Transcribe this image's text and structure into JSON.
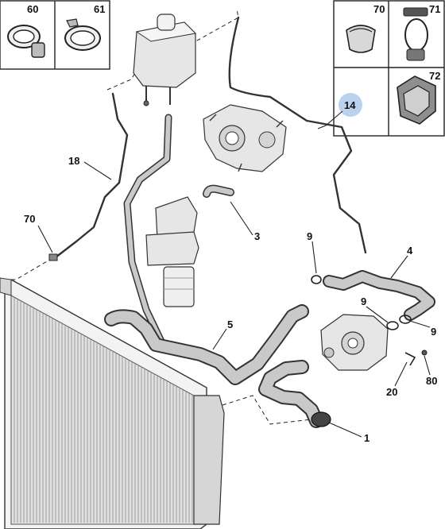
{
  "callouts": {
    "c60": "60",
    "c61": "61",
    "c70_box": "70",
    "c71": "71",
    "c72": "72",
    "c14": "14",
    "c18": "18",
    "c70": "70",
    "c3": "3",
    "c9a": "9",
    "c4": "4",
    "c9b": "9",
    "c9c": "9",
    "c5": "5",
    "c20": "20",
    "c80": "80",
    "c1": "1"
  },
  "colors": {
    "highlight_circle": "#b9d3ee",
    "line": "#222222",
    "part_fill": "#e6e6e6"
  }
}
